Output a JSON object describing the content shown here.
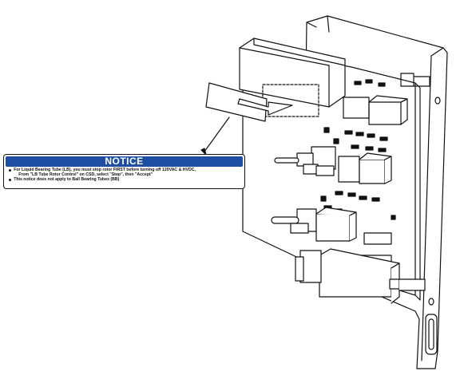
{
  "notice": {
    "title": "NOTICE",
    "header_color": "#1f4fa3",
    "bullets": [
      {
        "lines": [
          "For Liquid Bearing Tube (LB), you must stop rotor FIRST before turning off 120VAC & HVDC,",
          "From \"LB Tube Rotor Control\" on CSD, select \"Stop\", then \"Accept\""
        ]
      },
      {
        "lines": [
          "This notice does not apply to Ball Bearing Tubes (BB)"
        ]
      }
    ]
  },
  "icons": {
    "arrow": "arrow-right-icon",
    "pointer": "leader-line-icon"
  }
}
